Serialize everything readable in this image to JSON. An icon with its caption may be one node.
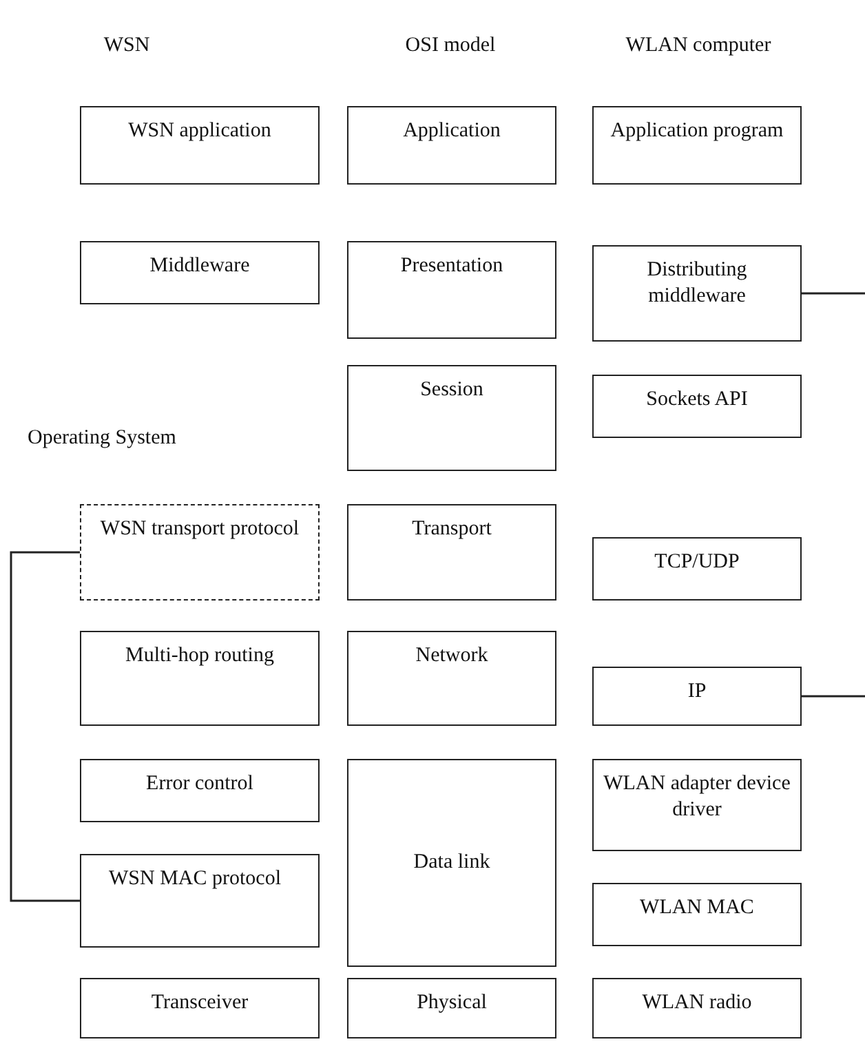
{
  "diagram": {
    "nodes": [
      {
        "text": [
          "WSN application"
        ]
      },
      {
        "text": [
          "Application"
        ]
      },
      {
        "text": [
          "Application program"
        ]
      },
      {
        "text": [
          "Middleware"
        ]
      },
      {
        "text": [
          "Presentation"
        ]
      },
      {
        "text": [
          "Distributing middleware"
        ]
      },
      {
        "text": [
          "Session"
        ]
      },
      {
        "text": [
          "Sockets API"
        ]
      },
      {
        "text": [
          "WSN transport protocol"
        ]
      },
      {
        "text": [
          "Transport"
        ]
      },
      {
        "text": [
          "TCP/UDP"
        ]
      },
      {
        "text": [
          "Multi-hop routing"
        ]
      },
      {
        "text": [
          "Network"
        ]
      },
      {
        "text": [
          "IP"
        ]
      },
      {
        "text": [
          "Error control"
        ]
      },
      {
        "text": [
          "Data link"
        ]
      },
      {
        "text": [
          "WLAN adapter device driver"
        ]
      },
      {
        "text": [
          "WSN MAC protocol"
        ]
      },
      {
        "text": [
          "WLAN MAC"
        ]
      },
      {
        "text": [
          "Transceiver"
        ]
      },
      {
        "text": [
          "Physical"
        ]
      },
      {
        "text": [
          "WLAN radio"
        ]
      }
    ],
    "edges": [
      {
        "from": 8,
        "to": 17,
        "arrow": "none"
      },
      {
        "from": 5,
        "to": null,
        "arrow": "none"
      },
      {
        "from": 13,
        "to": null,
        "arrow": "none"
      }
    ],
    "labels": [
      "WSN",
      "OSI model",
      "WLAN computer",
      "Operating System"
    ]
  }
}
